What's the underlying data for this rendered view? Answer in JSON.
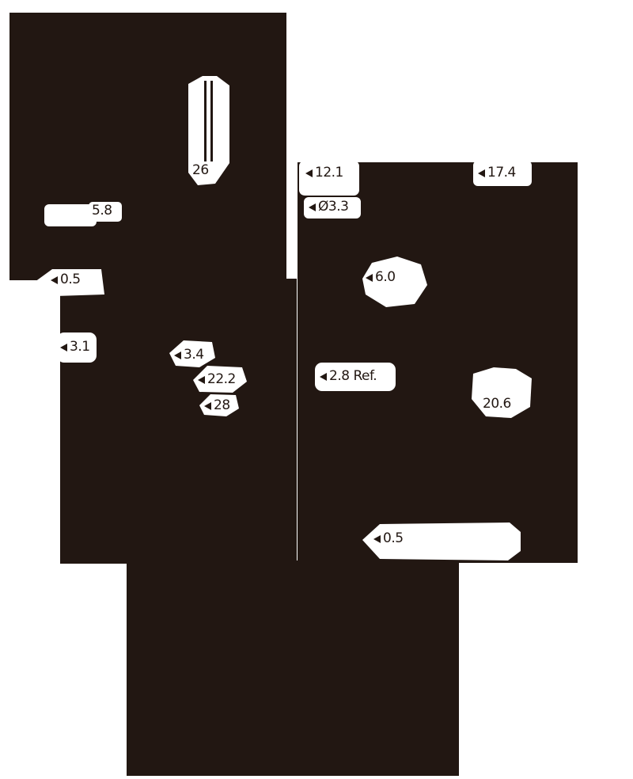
{
  "diagram": {
    "type": "mechanical-dimension-drawing",
    "colors": {
      "ink": "#221712",
      "paper": "#ffffff"
    },
    "labels": [
      {
        "text": "26"
      },
      {
        "text": "5.8"
      },
      {
        "text": "0.5"
      },
      {
        "text": "3.1"
      },
      {
        "text": "3.4"
      },
      {
        "text": "22.2"
      },
      {
        "text": "28"
      },
      {
        "text": "12.1"
      },
      {
        "text": "Ø3.3"
      },
      {
        "text": "6.0"
      },
      {
        "text": "2.8 Ref."
      },
      {
        "text": "17.4"
      },
      {
        "text": "20.6"
      },
      {
        "text": "0.5"
      }
    ]
  }
}
